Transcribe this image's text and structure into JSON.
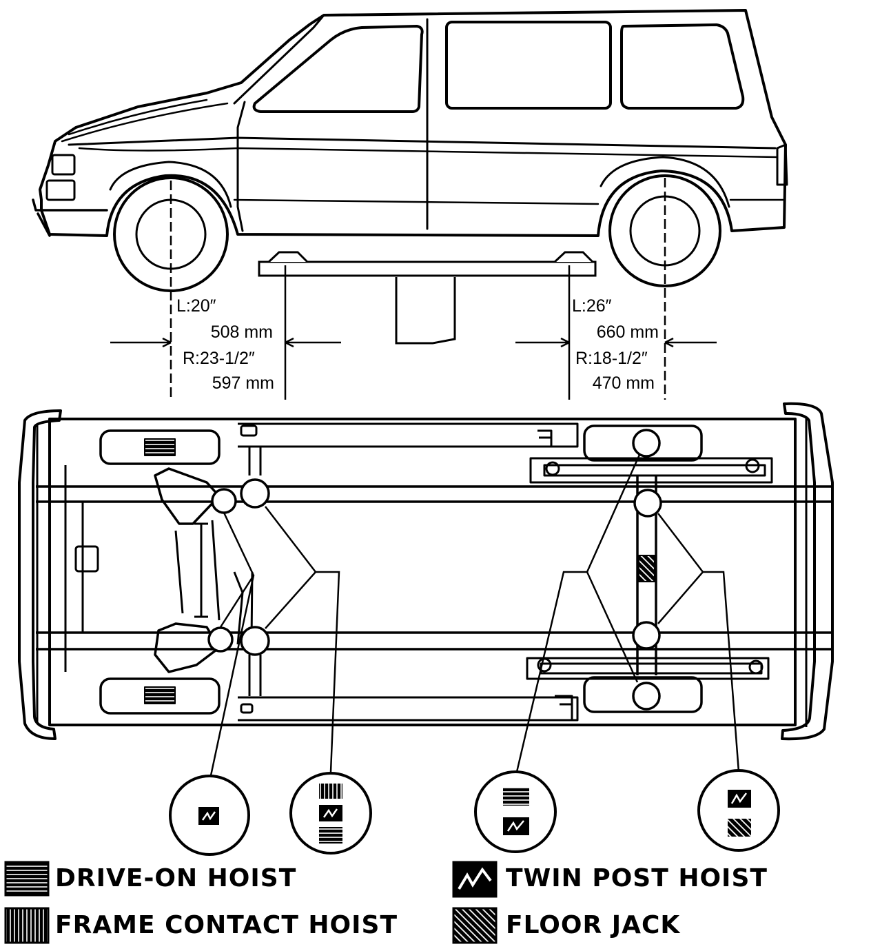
{
  "dimensions": {
    "front": {
      "left_in": "L:20″",
      "left_mm": "508 mm",
      "right_in": "R:23-1/2″",
      "right_mm": "597 mm"
    },
    "rear": {
      "left_in": "L:26″",
      "left_mm": "660 mm",
      "right_in": "R:18-1/2″",
      "right_mm": "470 mm"
    }
  },
  "legend": {
    "drive_on": "DRIVE-ON HOIST",
    "twin_post": "TWIN POST HOIST",
    "frame_contact": "FRAME CONTACT HOIST",
    "floor_jack": "FLOOR JACK"
  }
}
